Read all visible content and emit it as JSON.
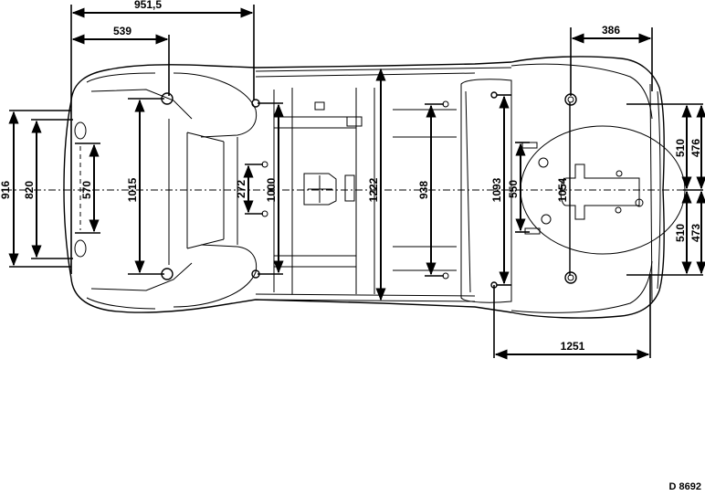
{
  "diagram": {
    "subject": "Vehicle underbody dimensions (top view)",
    "reference_code": "D 8692",
    "dimensions": {
      "top_overall": "951,5",
      "top_front": "539",
      "top_rear": "386",
      "left_916": "916",
      "left_820": "820",
      "left_570": "570",
      "front_1015": "1015",
      "mid_272": "272",
      "mid_1000": "1000",
      "center_1222": "1222",
      "center_938": "938",
      "rear_1093": "1093",
      "rear_550": "550",
      "rear_1054": "1054",
      "right_upper_510": "510",
      "right_upper_476": "476",
      "right_lower_510": "510",
      "right_lower_473": "473",
      "bottom_1251": "1251"
    }
  }
}
